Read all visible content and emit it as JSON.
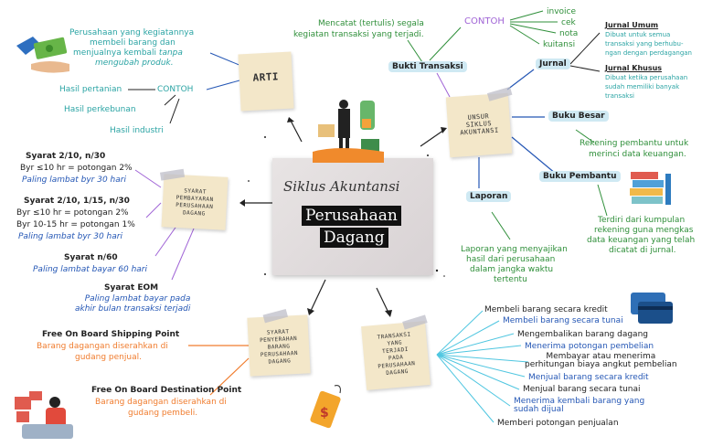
{
  "center": {
    "title_script": "Siklus Akuntansi",
    "title_main_1": "Perusahaan",
    "title_main_2": "Dagang"
  },
  "arti": {
    "label": "ARTI",
    "definition": [
      "Perusahaan yang kegiatannya",
      "membeli barang dan",
      "menjualnya kembali ",
      "mengubah produk."
    ],
    "definition_italic": "tanpa",
    "contoh_label": "CONTOH",
    "examples": [
      "Hasil pertanian",
      "Hasil perkebunan",
      "Hasil industri"
    ]
  },
  "bukti": {
    "label": "Bukti Transaksi",
    "desc": [
      "Mencatat (tertulis) segala",
      "kegiatan transaksi yang terjadi."
    ],
    "contoh_label": "CONTOH",
    "examples": [
      "invoice",
      "cek",
      "nota",
      "kuitansi"
    ]
  },
  "unsur": {
    "label": "UNSUR\nSIKLUS\nAKUNTANSI"
  },
  "jurnal": {
    "label": "Jurnal",
    "umum_title": "Jurnal Umum",
    "umum_desc": [
      "Dibuat untuk semua",
      "transaksi yang berhubu-",
      "ngan dengan perdagangan"
    ],
    "khusus_title": "Jurnal Khusus",
    "khusus_desc": [
      "Dibuat ketika perusahaan",
      "sudah memiliki banyak",
      "transaksi"
    ]
  },
  "buku_besar": {
    "label": "Buku Besar",
    "desc": [
      "Rekening pembantu untuk",
      "merinci data keuangan."
    ]
  },
  "buku_pembantu": {
    "label": "Buku Pembantu",
    "desc": [
      "Terdiri dari kumpulan",
      "rekening guna mengkas",
      "data keuangan yang telah",
      "dicatat di jurnal."
    ]
  },
  "laporan": {
    "label": "Laporan",
    "desc": [
      "Laporan yang menyajikan",
      "hasil dari perusahaan",
      "dalam jangka waktu",
      "tertentu"
    ]
  },
  "syarat_pembayaran": {
    "label": "SYARAT\nPEMBAYARAN\nPERUSAHAAN\nDAGANG",
    "terms": [
      {
        "title": "Syarat 2/10, n/30",
        "lines": [
          "Byr ≤10 hr = potongan 2%"
        ],
        "italic": "Paling lambat byr 30 hari"
      },
      {
        "title": "Syarat 2/10, 1/15, n/30",
        "lines": [
          "Byr ≤10 hr = potongan 2%",
          "Byr 10-15 hr = potongan 1%"
        ],
        "italic": "Paling lambat byr 30 hari"
      },
      {
        "title": "Syarat n/60",
        "lines": [],
        "italic": "Paling lambat bayar 60 hari"
      },
      {
        "title": "Syarat EOM",
        "lines": [],
        "italic": "Paling lambat bayar pada\nakhir bulan transaksi terjadi"
      }
    ]
  },
  "syarat_penyerahan": {
    "label": "SYARAT\nPENYERAHAN\nBARANG\nPERUSAHAAN\nDAGANG",
    "shipping_title": "Free On Board Shipping Point",
    "shipping_desc": [
      "Barang dagangan diserahkan di",
      "gudang penjual."
    ],
    "destination_title": "Free On Board Destination Point",
    "destination_desc": [
      "Barang dagangan diserahkan di",
      "gudang pembeli."
    ]
  },
  "transaksi": {
    "label": "TRANSAKSI\nYANG\nTERJADI\nPADA\nPERUSAHAAN\nDAGANG",
    "items": [
      {
        "text": "Membeli barang secara kredit",
        "style": "dark"
      },
      {
        "text": "Membeli barang secara tunai",
        "style": "blue"
      },
      {
        "text": "Mengembalikan barang dagang",
        "style": "dark"
      },
      {
        "text": "Menerima potongan pembelian",
        "style": "blue"
      },
      {
        "text": "Membayar atau menerima\nperhitungan biaya angkut pembelian",
        "style": "dark"
      },
      {
        "text": "Menjual barang secara kredit",
        "style": "blue"
      },
      {
        "text": "Menjual barang secara tunai",
        "style": "dark"
      },
      {
        "text": "Menerima kembali barang yang\nsudah dijual",
        "style": "blue"
      },
      {
        "text": "Memberi potongan penjualan",
        "style": "dark"
      }
    ]
  },
  "colors": {
    "teal": "#2ba4a4",
    "blue": "#2557b5",
    "green": "#2f8f3a",
    "orange": "#f07c2e",
    "purple": "#a064d6",
    "note": "#f3e7c9",
    "pill": "#cfe9f3"
  }
}
